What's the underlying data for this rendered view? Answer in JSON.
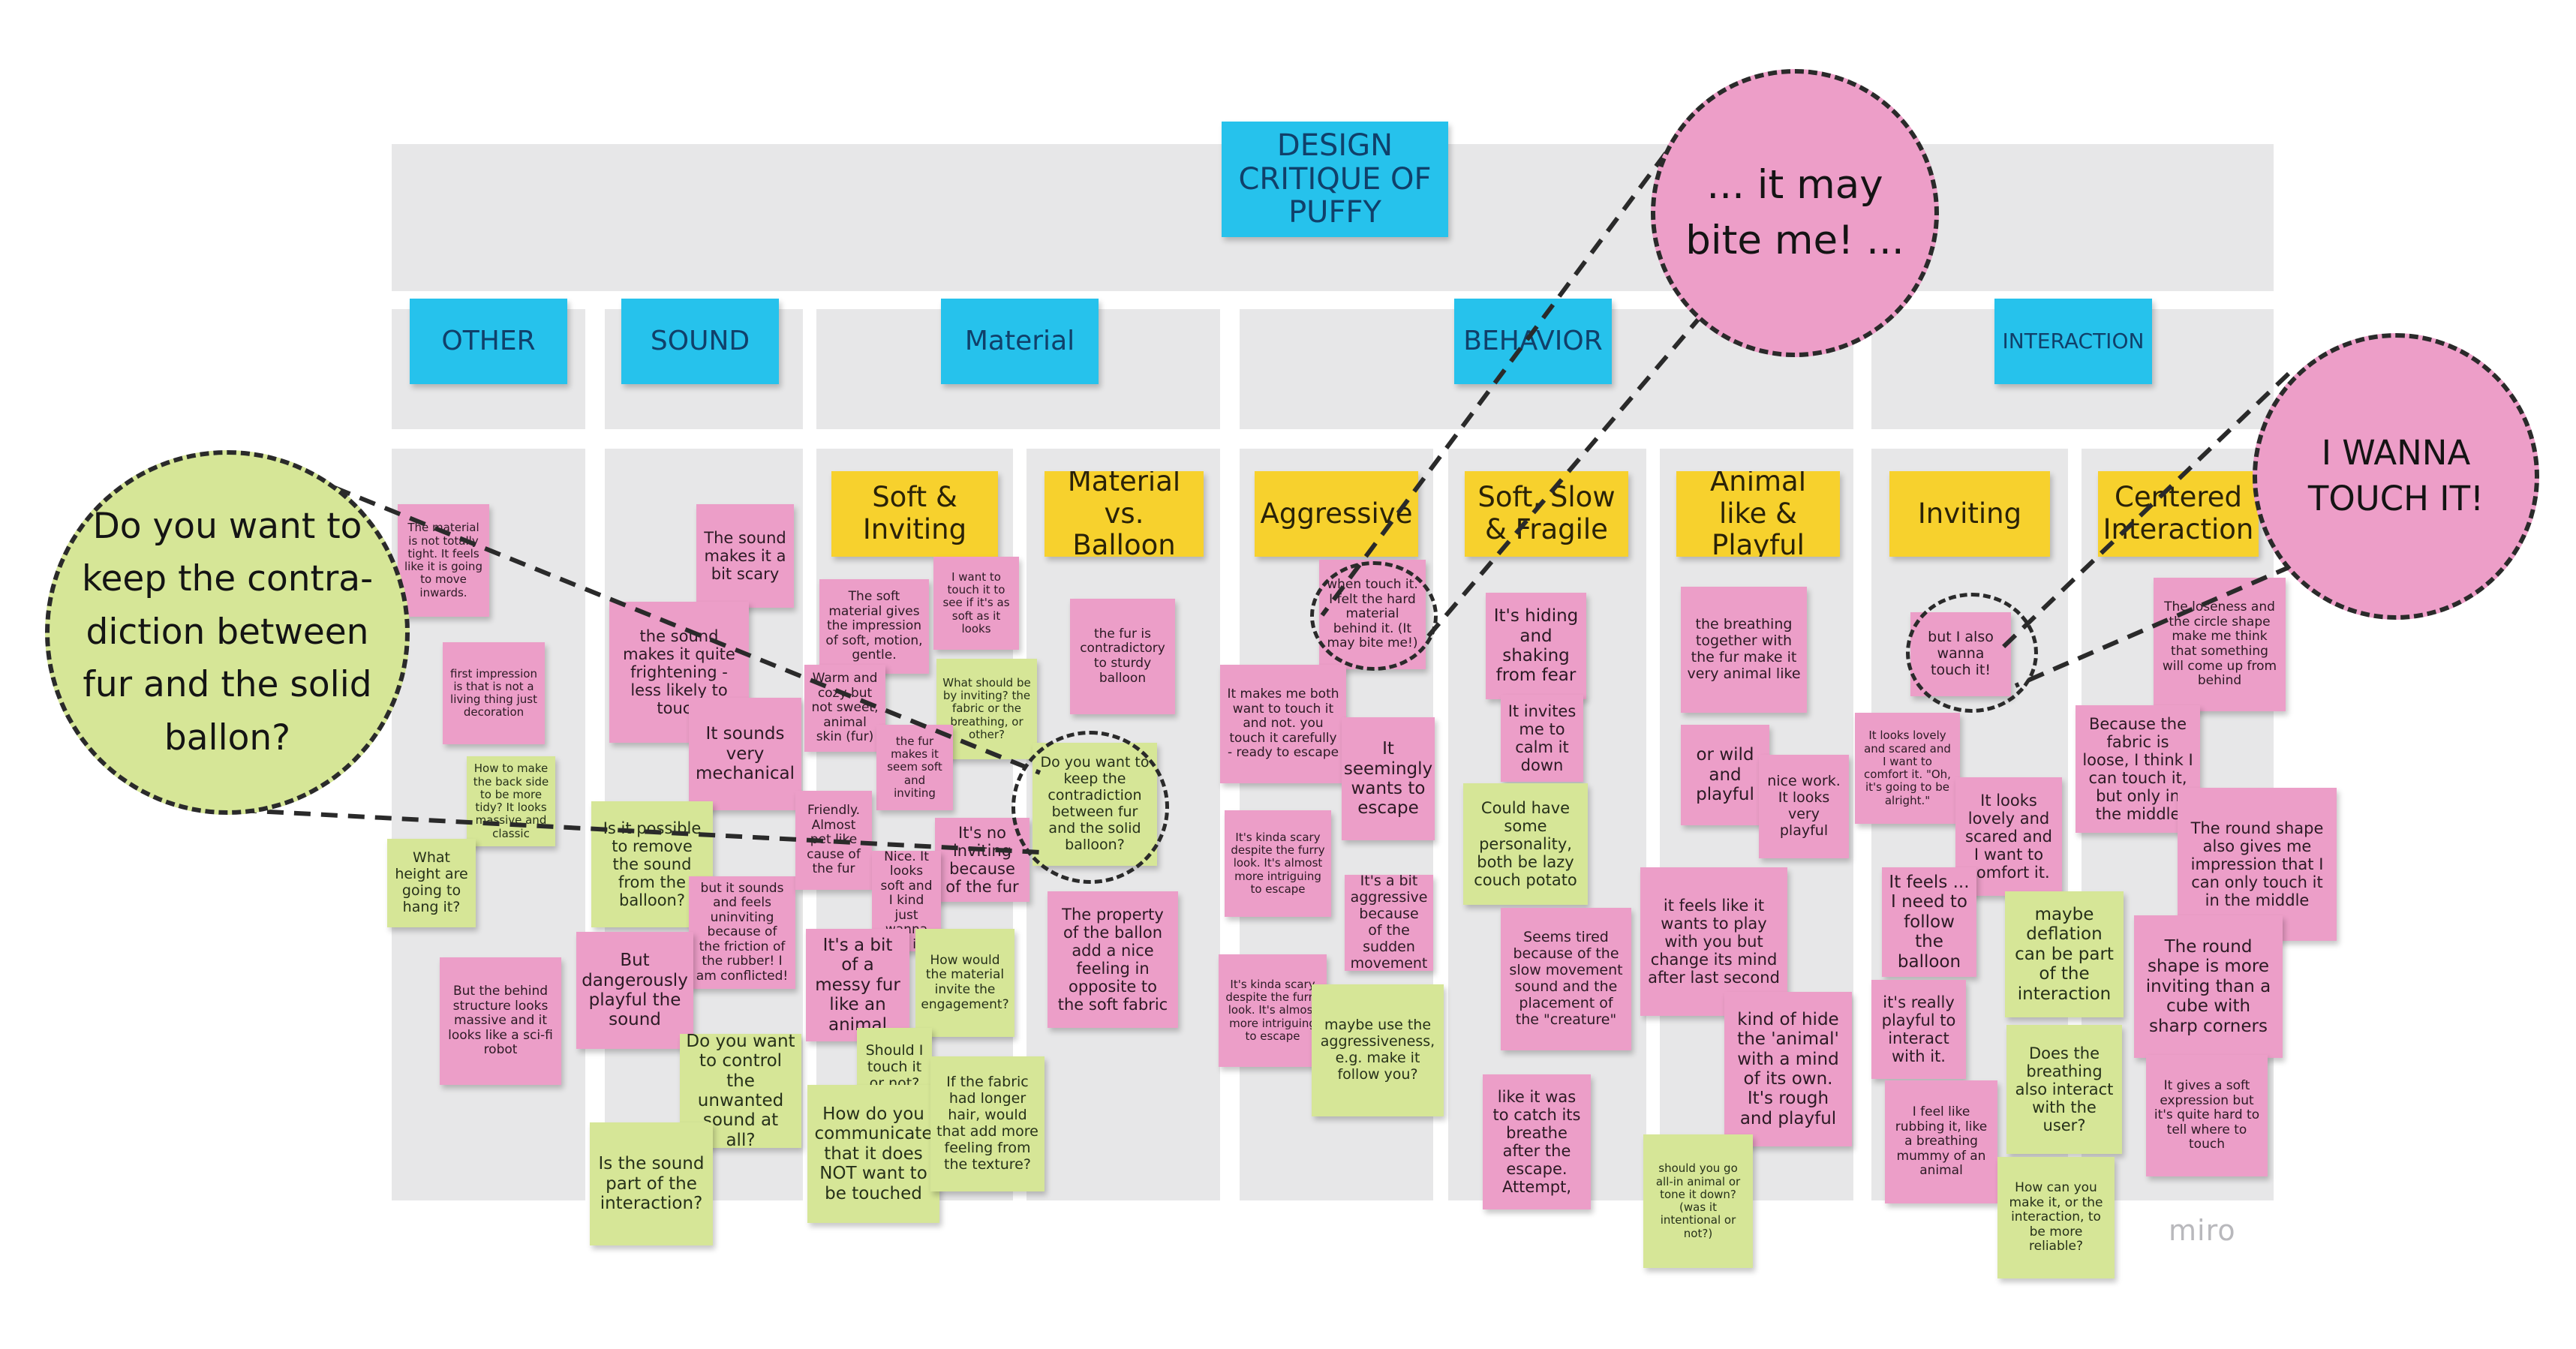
{
  "board": {
    "title": "DESIGN CRITIQUE OF PUFFY",
    "watermark": "miro"
  },
  "headers": {
    "other": "OTHER",
    "sound": "SOUND",
    "material": "Material",
    "behavior": "BEHAVIOR",
    "interaction": "INTERACTION"
  },
  "categories": {
    "soft_inviting": "Soft & Inviting",
    "material_vs_balloon": "Material vs. Balloon",
    "aggressive": "Aggressive",
    "soft_slow_fragile": "Soft, Slow & Fragile",
    "animal_like_playful": "Animal like & Playful",
    "inviting": "Inviting",
    "centered_interaction": "Centered Interaction"
  },
  "callouts": {
    "contradiction": "Do you want to keep the contra- diction between fur and the solid ballon?",
    "bite": "... it may bite me! ...",
    "touch": "I WANNA TOUCH IT!"
  },
  "notes": {
    "other": [
      "The material is not totally tight. It feels like it is going to move inwards.",
      "first impression is that is not a living thing just decoration",
      "How to make the back side to be more tidy? It looks massive and classic",
      "What height are going to hang it?",
      "But the behind structure looks massive and it looks like a sci-fi robot"
    ],
    "sound": [
      "The sound makes it a bit scary",
      "the sound makes it quite frightening - less likely to touch",
      "It sounds very mechanical",
      "Is it possible to remove the sound from the balloon?",
      "but it sounds and feels uninviting because of the friction of the rubber! I am conflicted!",
      "But dangerously playful the sound",
      "Do you want to control the unwanted sound at all?",
      "Is the sound part of the interaction?"
    ],
    "material": [
      "The soft material gives the impression of soft, motion, gentle.",
      "I want to touch it to see if it's as soft as it looks",
      "Warm and cozy but not sweet, animal skin (fur)",
      "What should be by inviting? the fabric or the breathing, or other?",
      "the fur makes it seem soft and inviting",
      "Friendly. Almost pet like cause of the fur",
      "It's no inviting because of the fur",
      "Nice. It looks soft and I kind just wanna pet it.",
      "It's a bit of a messy fur like an animal",
      "How would the material invite the engagement?",
      "Should I touch it or not?",
      "How do you communicate that it does NOT want to be touched",
      "If the fabric had longer hair, would that add more feeling from the texture?",
      "the fur is contradictory to sturdy balloon",
      "Do you want to keep the contradiction between fur and the solid balloon?",
      "The property of the ballon add a nice feeling in opposite to the soft fabric"
    ],
    "behavior": [
      "when touch it. I felt the hard material behind it. (It may bite me!)",
      "It makes me both want to touch it and not. you touch it carefully - ready to escape",
      "It seemingly wants to escape",
      "It's kinda scary despite the furry look. It's almost more intriguing to escape",
      "It's a bit aggressive because of the sudden movement",
      "It's kinda scary despite the furry look. It's almost more intriguing to escape",
      "maybe use the aggressiveness, e.g. make it follow you?",
      "It's hiding and shaking from fear",
      "It invites me to calm it down",
      "Could have some personality, both be lazy couch potato",
      "Seems tired because of the slow movement sound and the placement of the \"creature\"",
      "like it was to catch its breathe after the escape. Attempt,",
      "the breathing together with the fur make it very animal like",
      "or wild and playful",
      "nice work. It looks very playful",
      "it feels like it wants to play with you but change its mind after last second",
      "kind of hide the 'animal' with a mind of its own. It's rough and playful",
      "should you go all-in animal or tone it down? (was it intentional or not?)"
    ],
    "interaction": [
      "but I also wanna touch it!",
      "It looks lovely and scared and I want to comfort it. \"Oh, it's going to be alright.\"",
      "It looks lovely and scared and I want to comfort it.",
      "It feels ... I need to follow the balloon",
      "it's really playful to interact with it.",
      "I feel like rubbing it, like a breathing mummy of an animal",
      "maybe deflation can be part of the interaction",
      "Does the breathing also interact with the user?",
      "How can you make it, or the interaction, to be more reliable?",
      "The loseness and the circle shape make me think that something will come up from behind",
      "Because the fabric is loose, I think I can touch it, but only in the middle",
      "The round shape also gives me impression that I can only touch it in the middle",
      "The round shape is more inviting than a cube with sharp corners",
      "It gives a soft expression but it's quite hard to tell where to touch"
    ]
  },
  "colors": {
    "pink": "#ec9ec8",
    "green": "#d6e697",
    "cyan": "#26c2ec",
    "yellow": "#f7d12d",
    "panel": "#e7e7e8",
    "callout_pink": "#ed9ec8",
    "callout_green": "#d6e697"
  }
}
